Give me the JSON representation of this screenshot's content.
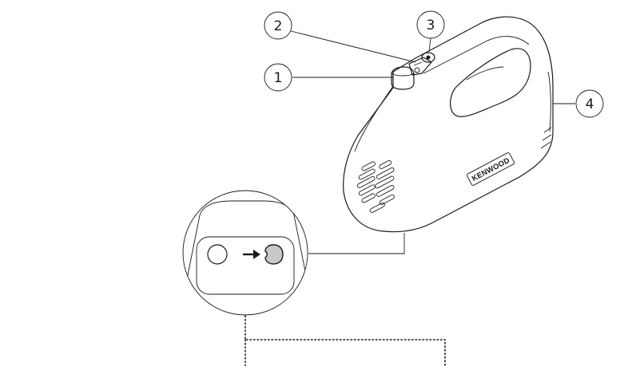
{
  "callouts": [
    {
      "id": "1",
      "label": "1"
    },
    {
      "id": "2",
      "label": "2"
    },
    {
      "id": "3",
      "label": "3"
    },
    {
      "id": "4",
      "label": "4"
    }
  ],
  "brand": "KENWOOD",
  "colors": {
    "line": "#1a1a1a",
    "indicator_fill": "#c8c8c8",
    "background": "#ffffff"
  }
}
